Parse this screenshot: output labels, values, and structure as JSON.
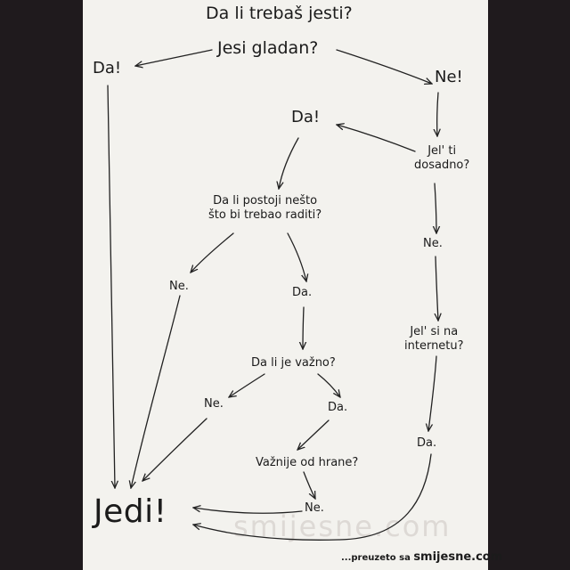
{
  "nodes": {
    "title": "Da li trebaš jesti?",
    "hungry": "Jesi gladan?",
    "yes_hungry": "Da!",
    "no_hungry": "Ne!",
    "yes_bored": "Da!",
    "bored_q": [
      "Jel' ti",
      "dosadno?"
    ],
    "no_bored": "Ne.",
    "todo_q": [
      "Da li postoji nešto",
      "što bi trebao raditi?"
    ],
    "no_todo": "Ne.",
    "yes_todo": "Da.",
    "internet_q": [
      "Jel' si na",
      "internetu?"
    ],
    "important_q": "Da li je važno?",
    "no_important": "Ne.",
    "yes_important": "Da.",
    "yes_internet": "Da.",
    "food_q": "Važnije od hrane?",
    "no_food": "Ne.",
    "eat": "Jedi!"
  },
  "watermark": "smijesne.com",
  "credit": {
    "prefix": "...preuzeto sa",
    "site": "smijesne.com"
  }
}
